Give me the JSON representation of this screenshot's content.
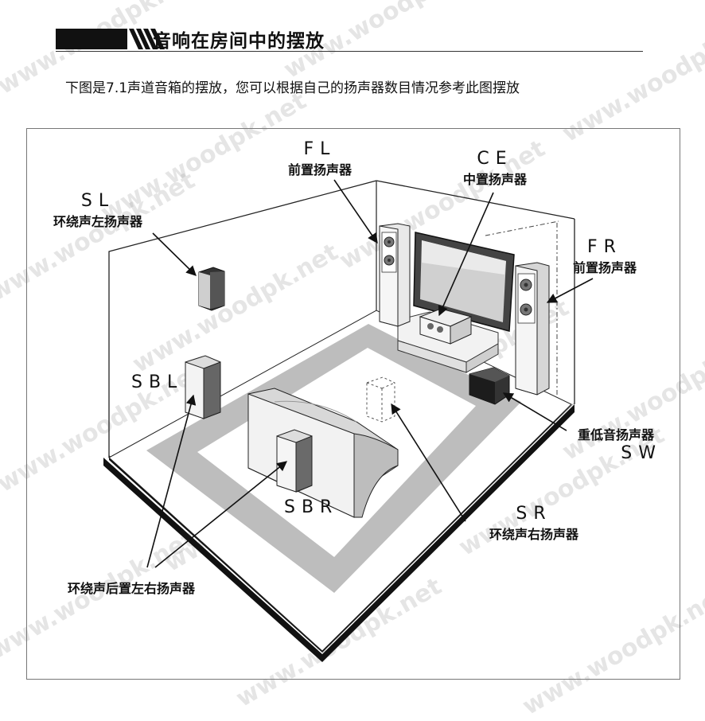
{
  "header": {
    "title": "音响在房间中的摆放"
  },
  "intro": "下图是7.1声道音箱的摆放，您可以根据自己的扬声器数目情况参考此图摆放",
  "labels": {
    "fl": {
      "code": "FL",
      "name": "前置扬声器"
    },
    "ce": {
      "code": "CE",
      "name": "中置扬声器"
    },
    "sl": {
      "code": "SL",
      "name": "环绕声左扬声器"
    },
    "fr": {
      "code": "FR",
      "name": "前置扬声器"
    },
    "sbl": {
      "code": "SBL"
    },
    "sbr": {
      "code": "SBR"
    },
    "sw": {
      "code": "SW",
      "name": "重低音扬声器"
    },
    "sr": {
      "code": "SR",
      "name": "环绕声右扬声器"
    },
    "sb": {
      "name": "环绕声后置左右扬声器"
    }
  },
  "watermark": "www.woodpk.net",
  "colors": {
    "ink": "#111111",
    "carpet": "#b8b8b8",
    "speaker": "#d9d9d9"
  }
}
